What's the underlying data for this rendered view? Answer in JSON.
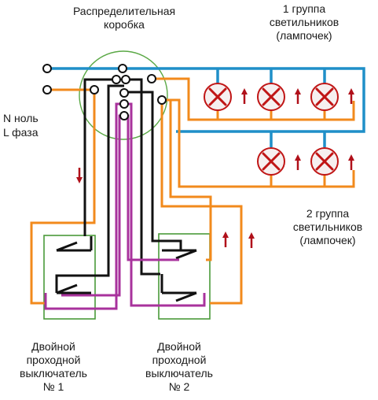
{
  "labels": {
    "junction_box": [
      "Распределительная",
      "коробка"
    ],
    "group1": [
      "1 группа",
      "светильников",
      "(лампочек)"
    ],
    "group2": [
      "2 группа",
      "светильников",
      "(лампочек)"
    ],
    "neutral": "N ноль",
    "phase": "L фаза",
    "switch1": [
      "Двойной",
      "проходной",
      "выключатель",
      "№ 1"
    ],
    "switch2": [
      "Двойной",
      "проходной",
      "выключатель",
      "№ 2"
    ]
  },
  "colors": {
    "neutral_wire": "#1f8fc8",
    "phase_wire": "#f28a1c",
    "black_wire": "#111111",
    "purple_wire": "#a8329c",
    "box_outline": "#5aa845",
    "switch_outline": "#4a9a3a",
    "lamp_outline": "#c01515",
    "arrow": "#b0101a"
  }
}
